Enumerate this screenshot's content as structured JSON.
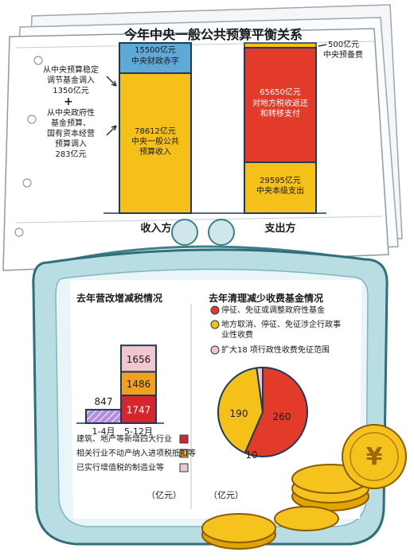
{
  "title": "今年中央一般公共预算平衡关系",
  "budget_chart": {
    "income_label": "收入方",
    "expense_label": "支出方",
    "income_deficit": "15500亿元",
    "income_deficit_sub": "中央财政赤字",
    "income_main": "78612亿元",
    "income_main_sub1": "中央一般公共",
    "income_main_sub2": "预算收入",
    "left_note_1": [
      "从中央预算稳定",
      "调节基金调入",
      "1350亿元"
    ],
    "left_note_2": [
      "从中央政府性",
      "基金预算、",
      "国有资本经营",
      "预算调入",
      "283亿元"
    ],
    "reserve_value": "500亿元",
    "reserve_label": "中央预备费",
    "transfer_value": "65650亿元",
    "transfer_sub1": "对地方税收返还",
    "transfer_sub2": "和转移支付",
    "central_value": "29595亿元",
    "central_sub": "中央本级支出",
    "colors": {
      "deficit": "#5fa9d6",
      "income": "#f5c018",
      "expense_red": "#e23b2a",
      "expense_yellow": "#f5c018"
    }
  },
  "vat_chart": {
    "title": "去年营改增减税情况",
    "unit": "（亿元）",
    "legend": [
      {
        "label": "建筑、地产等新增四大行业",
        "color": "#d6262c"
      },
      {
        "label": "相关行业不动产纳入进项税抵扣等",
        "color": "#f0a21e"
      },
      {
        "label": "已实行增值税的制造业等",
        "color": "#f2c6cf"
      }
    ]
  },
  "fee_chart": {
    "title": "去年清理减少收费基金情况",
    "unit": "（亿元）",
    "legend": [
      {
        "label": "停征、免征或调整政府性基金",
        "color": "#e23b2a"
      },
      {
        "label": "地方取消、停征、免征涉企行政事业性收费",
        "color": "#f5c018"
      },
      {
        "label": "扩大18 项行政性收费免征范围",
        "color": "#f2c6cf"
      }
    ]
  },
  "chart_data": [
    {
      "type": "bar",
      "title": "今年中央一般公共预算平衡关系",
      "categories": [
        "收入方",
        "支出方"
      ],
      "series": [
        {
          "name": "中央财政赤字",
          "values": [
            15500,
            0
          ]
        },
        {
          "name": "中央一般公共预算收入",
          "values": [
            78612,
            0
          ]
        },
        {
          "name": "中央预备费",
          "values": [
            0,
            500
          ]
        },
        {
          "name": "对地方税收返还和转移支付",
          "values": [
            0,
            65650
          ]
        },
        {
          "name": "中央本级支出",
          "values": [
            0,
            29595
          ]
        }
      ],
      "notes": [
        "从中央预算稳定调节基金调入1350亿元",
        "从中央政府性基金预算、国有资本经营预算调入283亿元"
      ]
    },
    {
      "type": "bar",
      "title": "去年营改增减税情况",
      "categories": [
        "1-4月",
        "5-12月"
      ],
      "series": [
        {
          "name": "建筑、地产等新增四大行业",
          "values": [
            0,
            1747
          ]
        },
        {
          "name": "相关行业不动产纳入进项税抵扣等",
          "values": [
            0,
            1486
          ]
        },
        {
          "name": "已实行增值税的制造业等",
          "values": [
            847,
            1656
          ]
        }
      ],
      "unit": "亿元"
    },
    {
      "type": "pie",
      "title": "去年清理减少收费基金情况",
      "labels": [
        "停征、免征或调整政府性基金",
        "地方取消、停征、免征涉企行政事业性收费",
        "扩大18 项行政性收费免征范围"
      ],
      "values": [
        260,
        190,
        10
      ],
      "unit": "亿元"
    }
  ]
}
